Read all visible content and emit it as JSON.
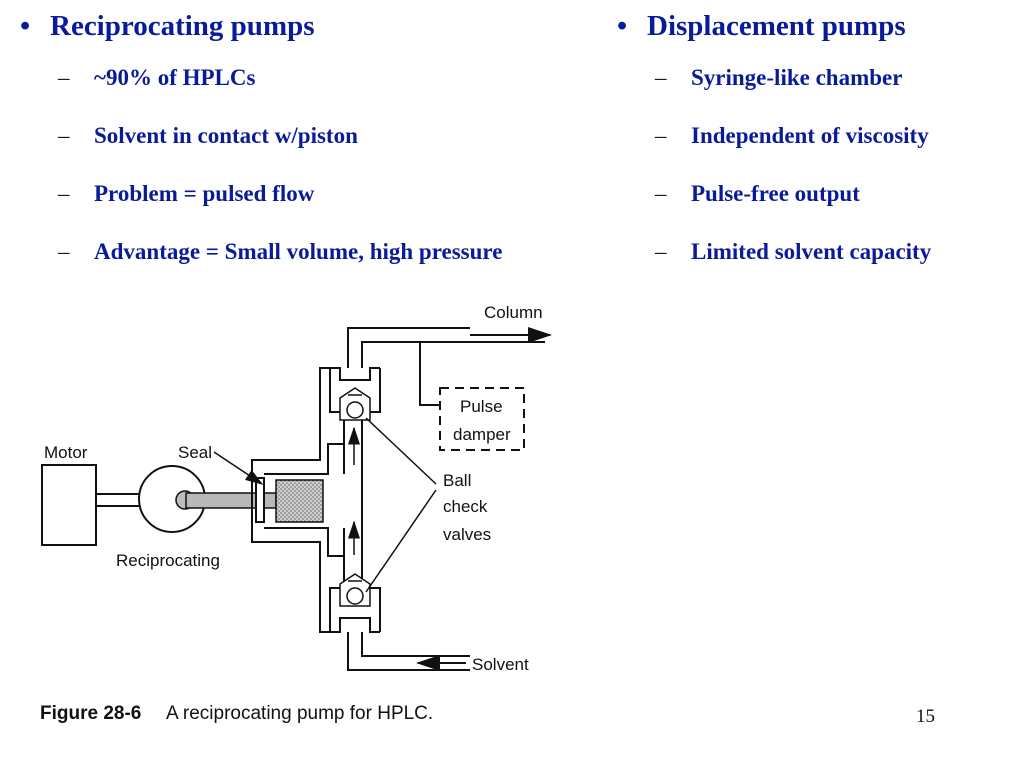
{
  "left": {
    "heading": "Reciprocating pumps",
    "items": [
      "~90% of HPLCs",
      "Solvent in contact w/piston",
      "Problem = pulsed flow",
      "Advantage = Small volume, high pressure"
    ]
  },
  "right": {
    "heading": "Displacement pumps",
    "items": [
      "Syringe-like chamber",
      "Independent of viscosity",
      "Pulse-free output",
      "Limited solvent capacity"
    ]
  },
  "bullet_symbol": "•",
  "dash_symbol": "–",
  "diagram": {
    "labels": {
      "column": "Column",
      "pulse": "Pulse",
      "damper": "damper",
      "motor": "Motor",
      "seal": "Seal",
      "ball": "Ball",
      "check": "check",
      "valves": "valves",
      "reciprocating": "Reciprocating",
      "solvent": "Solvent"
    }
  },
  "figure": {
    "label": "Figure 28-6",
    "caption": "A reciprocating pump for HPLC."
  },
  "page_number": "15",
  "colors": {
    "text_blue": "#0a1b9a"
  }
}
